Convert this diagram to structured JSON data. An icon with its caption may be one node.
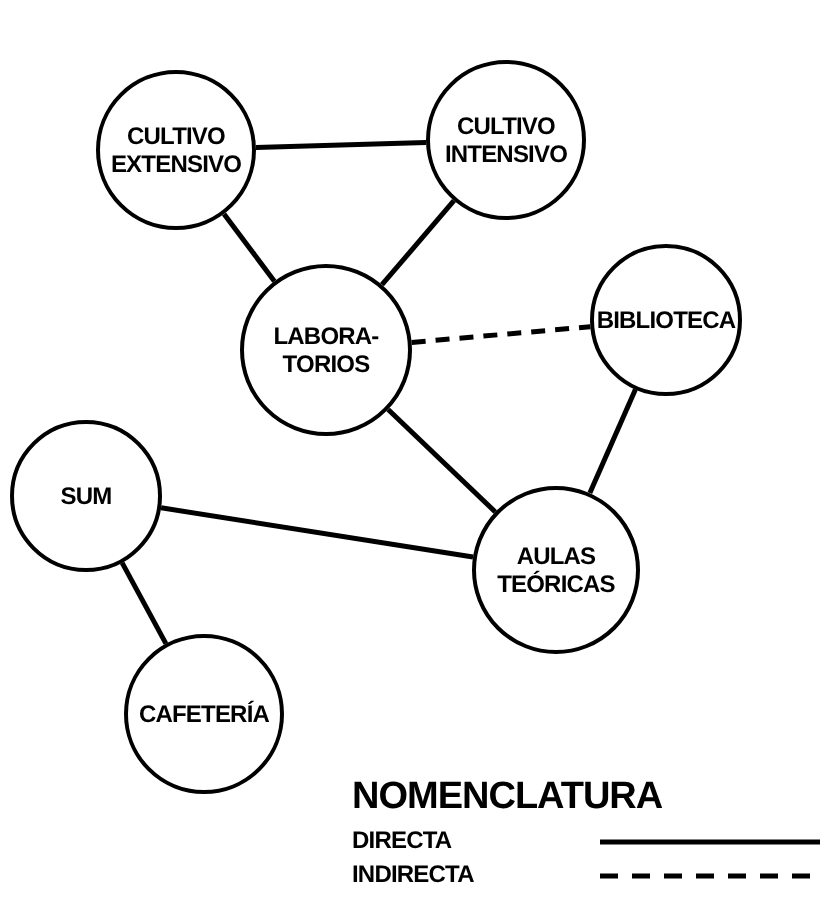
{
  "diagram": {
    "nodes": [
      {
        "text": [
          "CULTIVO EXTENSIVO"
        ]
      },
      {
        "text": [
          "CULTIVO INTENSIVO"
        ]
      },
      {
        "text": [
          "LABORA- TORIOS"
        ]
      },
      {
        "text": [
          "BIBLIOTECA"
        ]
      },
      {
        "text": [
          "SUM"
        ]
      },
      {
        "text": [
          "AULAS TEÓRICAS"
        ]
      },
      {
        "text": [
          "CAFETERÍA"
        ]
      }
    ],
    "edges": [
      {
        "from": 0,
        "to": 1,
        "arrow": "none"
      },
      {
        "from": 0,
        "to": 2,
        "arrow": "none"
      },
      {
        "from": 1,
        "to": 2,
        "arrow": "none"
      },
      {
        "from": 2,
        "to": 3,
        "arrow": "none",
        "style": "dashed"
      },
      {
        "from": 2,
        "to": 5,
        "arrow": "none"
      },
      {
        "from": 3,
        "to": 5,
        "arrow": "none"
      },
      {
        "from": 4,
        "to": 5,
        "arrow": "none"
      },
      {
        "from": 4,
        "to": 6,
        "arrow": "none"
      }
    ],
    "labels": [
      "NOMENCLATURA"
    ],
    "legend": [
      {
        "text": "DIRECTA"
      },
      {
        "text": "INDIRECTA"
      }
    ]
  }
}
